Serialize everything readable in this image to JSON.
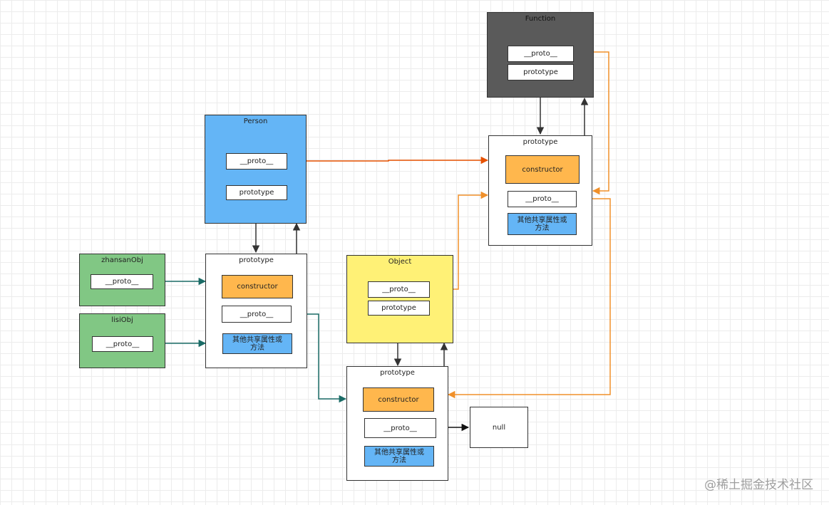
{
  "nodes": {
    "function": {
      "title": "Function",
      "proto": "__proto__",
      "prototype": "prototype"
    },
    "function_prototype": {
      "title": "prototype",
      "constructor": "constructor",
      "proto": "__proto__",
      "shared": "其他共享属性或方法"
    },
    "person": {
      "title": "Person",
      "proto": "__proto__",
      "prototype": "prototype"
    },
    "person_prototype": {
      "title": "prototype",
      "constructor": "constructor",
      "proto": "__proto__",
      "shared": "其他共享属性或方法"
    },
    "zhansan": {
      "title": "zhansanObj",
      "proto": "__proto__"
    },
    "lisi": {
      "title": "lisiObj",
      "proto": "__proto__"
    },
    "object": {
      "title": "Object",
      "proto": "__proto__",
      "prototype": "prototype"
    },
    "object_prototype": {
      "title": "prototype",
      "constructor": "constructor",
      "proto": "__proto__",
      "shared": "其他共享属性或方法"
    },
    "null": {
      "title": "null"
    }
  },
  "colors": {
    "person": "#64b5f6",
    "instance": "#81c784",
    "object": "#fff176",
    "function": "#5a5a5a",
    "constructor": "#ffb74d",
    "shared": "#64b5f6",
    "link_dark": "#333333",
    "link_orange_red": "#e65100",
    "link_orange": "#f0902a",
    "link_teal": "#1a6b66"
  },
  "watermark": "@稀土掘金技术社区"
}
